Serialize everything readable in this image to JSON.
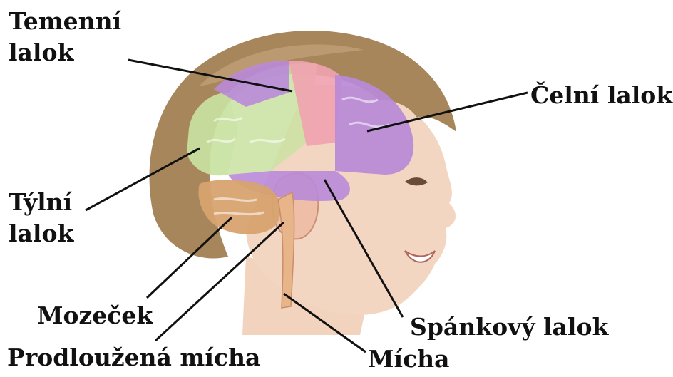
{
  "labels": {
    "parietal_line1": "Temenní",
    "parietal_line2": "lalok",
    "frontal": "Čelní lalok",
    "occipital_line1": "Týlní",
    "occipital_line2": "lalok",
    "cerebellum": "Mozeček",
    "temporal": "Spánkový lalok",
    "medulla": "Prodloužená mícha",
    "spinal_cord": "Mícha"
  },
  "colors": {
    "hair": "#a8865c",
    "skin": "#f3d6c2",
    "frontal_lobe": "#b98ad8",
    "parietal_lobe": "#f0a3b0",
    "occipital_lobe": "#c9e2a1",
    "temporal_lobe": "#b98ad8",
    "cerebellum": "#d7a36f",
    "brainstem": "#e8b58a",
    "pointer_line": "#111111"
  }
}
